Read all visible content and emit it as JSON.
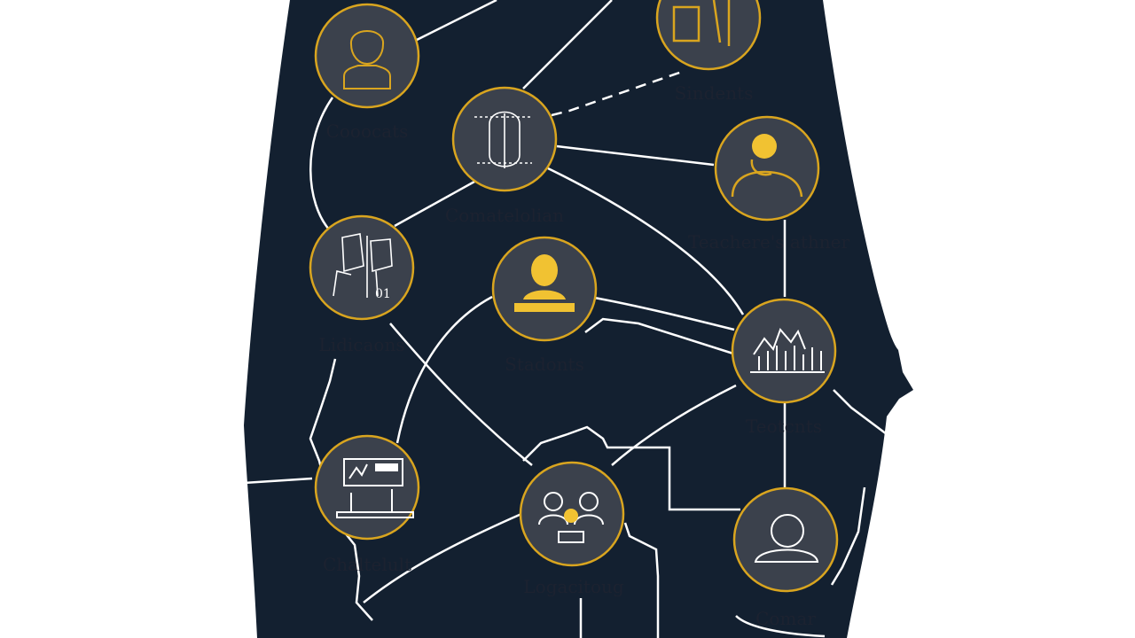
{
  "colors": {
    "background": "#ffffff",
    "map_fill": "#132030",
    "node_fill": "#3b414c",
    "node_ring": "#d9a51f",
    "connector": "#ffffff",
    "accent": "#f1c232",
    "label": "#1c2230"
  },
  "nodes": [
    {
      "id": "top-left",
      "label": "Cooocats",
      "icon": "person-icon"
    },
    {
      "id": "top-right",
      "label": "Sindents",
      "icon": "books-icon"
    },
    {
      "id": "center-top",
      "label": "Comatelolian",
      "icon": "face-diagram-icon"
    },
    {
      "id": "right-top",
      "label": "Teachere's athner",
      "icon": "person-headset-icon"
    },
    {
      "id": "left-mid",
      "label": "Lidicaons",
      "icon": "people-sketch-icon"
    },
    {
      "id": "center-mid",
      "label": "Stadonts",
      "icon": "student-icon"
    },
    {
      "id": "right-mid",
      "label": "Teotcnts",
      "icon": "bar-chart-icon"
    },
    {
      "id": "left-bottom",
      "label": "Chaltelult",
      "icon": "classroom-board-icon"
    },
    {
      "id": "center-bottom",
      "label": "Logacitoug",
      "icon": "group-icon"
    },
    {
      "id": "right-bottom",
      "label": "Comar",
      "icon": "user-outline-icon"
    }
  ]
}
